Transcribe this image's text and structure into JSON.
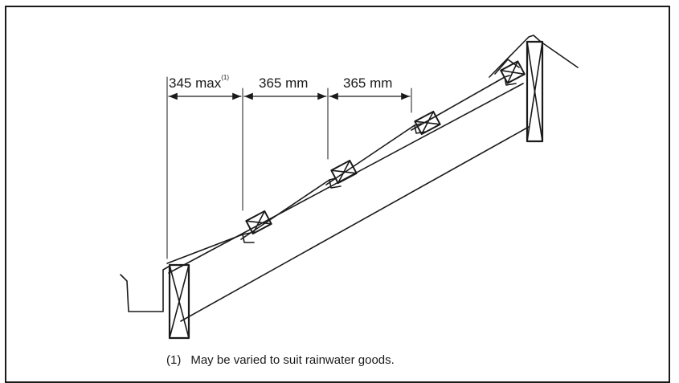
{
  "dimensions": {
    "first": {
      "value": "345 max",
      "note_ref": "(1)"
    },
    "second": "365 mm",
    "third": "365 mm"
  },
  "footnote": {
    "number": "(1)",
    "text": "May be varied to suit rainwater goods."
  },
  "colors": {
    "ink": "#1a1a1a",
    "background": "#ffffff"
  }
}
